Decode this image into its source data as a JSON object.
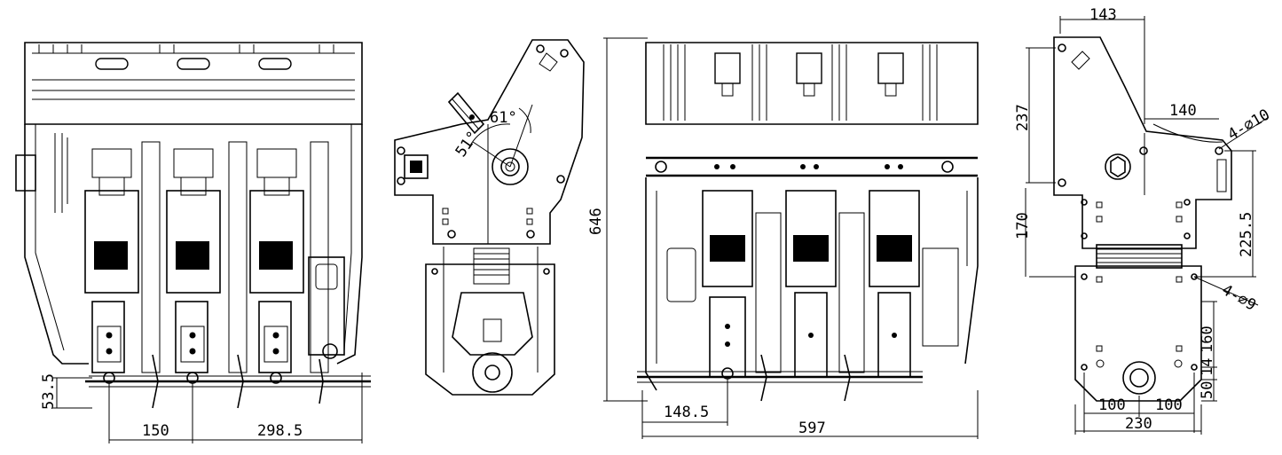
{
  "views": {
    "front": {
      "dims": {
        "d_53_5": "53.5",
        "d_150": "150",
        "d_298_5": "298.5"
      }
    },
    "side": {
      "angles": {
        "a_51": "51°",
        "a_61": "61°"
      }
    },
    "rear": {
      "dims": {
        "d_646": "646",
        "d_148_5": "148.5",
        "d_597": "597"
      }
    },
    "mounting": {
      "dims": {
        "d_143": "143",
        "d_237": "237",
        "d_140": "140",
        "d_4_10": "4-⌀10",
        "d_170": "170",
        "d_225_5": "225.5",
        "d_4_9": "4-⌀9",
        "d_160": "160",
        "d_14": "14",
        "d_50": "50",
        "d_100a": "100",
        "d_100b": "100",
        "d_230": "230"
      }
    }
  }
}
